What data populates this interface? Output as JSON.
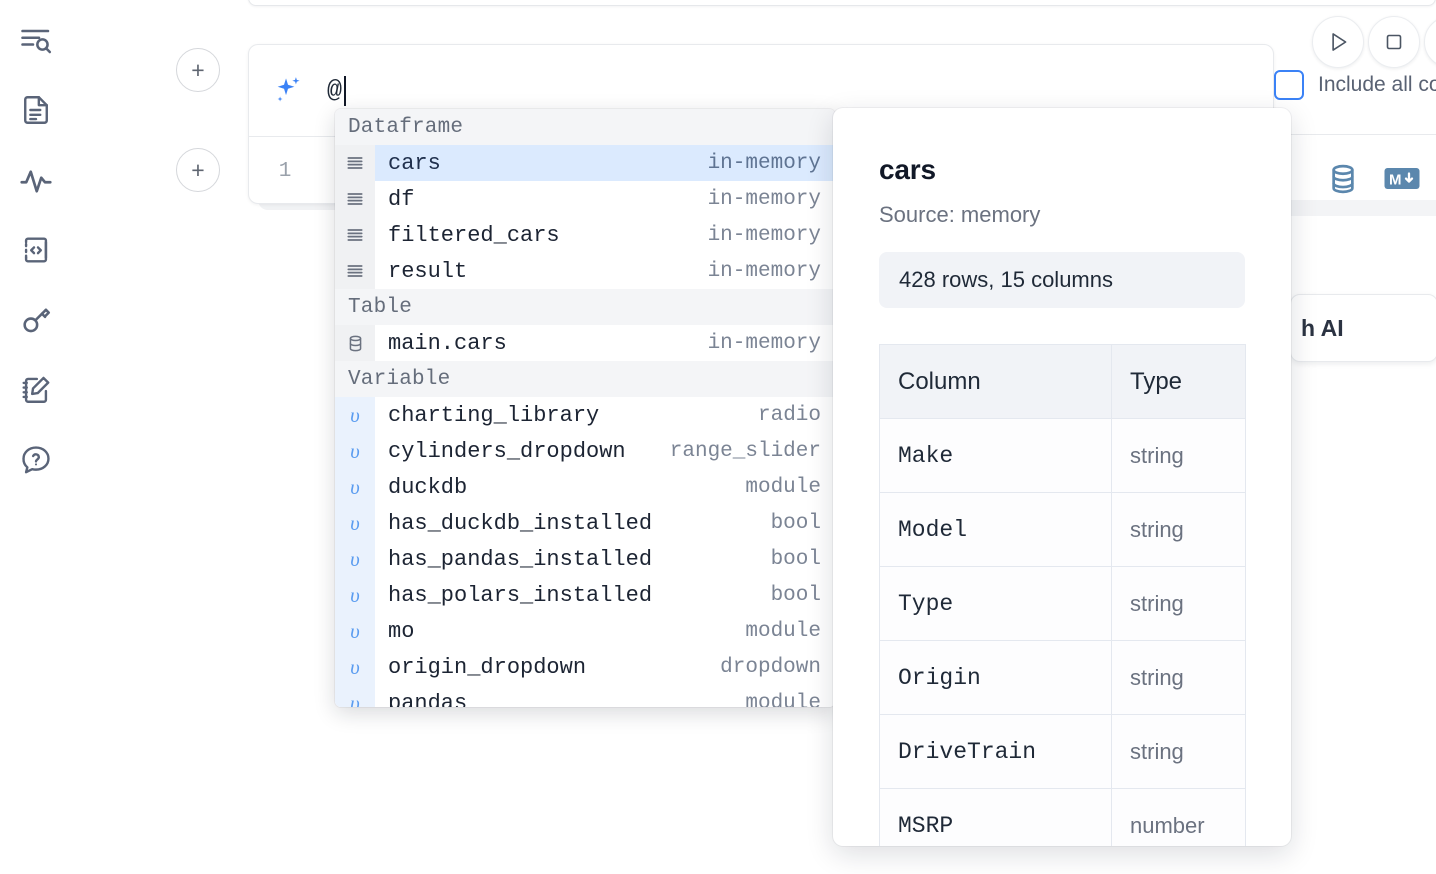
{
  "sidebar": {
    "items": [
      {
        "name": "outline-search-icon",
        "label": "Outline / search"
      },
      {
        "name": "file-explorer-icon",
        "label": "File explorer"
      },
      {
        "name": "activity-icon",
        "label": "Activity"
      },
      {
        "name": "snippets-icon",
        "label": "Snippets"
      },
      {
        "name": "secrets-key-icon",
        "label": "Secrets"
      },
      {
        "name": "scratchpad-icon",
        "label": "Scratchpad"
      },
      {
        "name": "help-icon",
        "label": "Help"
      }
    ]
  },
  "cell": {
    "add_button_label": "+",
    "line_number": "1",
    "prompt_value": "@",
    "include_all_code_label": "Include all code",
    "include_all_code_checked": false,
    "controls": [
      {
        "name": "run-button",
        "label": "Run"
      },
      {
        "name": "stop-button",
        "label": "Stop"
      },
      {
        "name": "more-button",
        "label": "More"
      }
    ],
    "output_icons": [
      {
        "name": "database-icon",
        "label": "SQL"
      },
      {
        "name": "markdown-icon",
        "label": "M"
      }
    ],
    "ai_pill_label": "h AI"
  },
  "autocomplete": {
    "groups": [
      {
        "label": "Dataframe",
        "icon": "dataframe-icon",
        "kind": "df",
        "items": [
          {
            "name": "cars",
            "type": "in-memory",
            "selected": true
          },
          {
            "name": "df",
            "type": "in-memory",
            "selected": false
          },
          {
            "name": "filtered_cars",
            "type": "in-memory",
            "selected": false
          },
          {
            "name": "result",
            "type": "in-memory",
            "selected": false
          }
        ]
      },
      {
        "label": "Table",
        "icon": "table-icon",
        "kind": "tbl",
        "items": [
          {
            "name": "main.cars",
            "type": "in-memory",
            "selected": false
          }
        ]
      },
      {
        "label": "Variable",
        "icon": "variable-icon",
        "kind": "var",
        "items": [
          {
            "name": "charting_library",
            "type": "radio",
            "selected": false
          },
          {
            "name": "cylinders_dropdown",
            "type": "range_slider",
            "selected": false
          },
          {
            "name": "duckdb",
            "type": "module",
            "selected": false
          },
          {
            "name": "has_duckdb_installed",
            "type": "bool",
            "selected": false
          },
          {
            "name": "has_pandas_installed",
            "type": "bool",
            "selected": false
          },
          {
            "name": "has_polars_installed",
            "type": "bool",
            "selected": false
          },
          {
            "name": "mo",
            "type": "module",
            "selected": false
          },
          {
            "name": "origin_dropdown",
            "type": "dropdown",
            "selected": false
          },
          {
            "name": "pandas",
            "type": "module",
            "selected": false
          }
        ]
      }
    ],
    "variable_glyph": "υ"
  },
  "detail": {
    "title": "cars",
    "source": "Source: memory",
    "shape": "428 rows, 15 columns",
    "table": {
      "headers": [
        "Column",
        "Type"
      ],
      "rows": [
        {
          "column": "Make",
          "type": "string"
        },
        {
          "column": "Model",
          "type": "string"
        },
        {
          "column": "Type",
          "type": "string"
        },
        {
          "column": "Origin",
          "type": "string"
        },
        {
          "column": "DriveTrain",
          "type": "string"
        },
        {
          "column": "MSRP",
          "type": "number"
        }
      ]
    }
  },
  "colors": {
    "accent_blue": "#3b82f6",
    "selected_row": "#dbeafe",
    "group_header_bg": "#f4f5f7",
    "icon_blue": "#5b87ad",
    "text_primary": "#1c2433",
    "text_muted": "#7b8494"
  }
}
